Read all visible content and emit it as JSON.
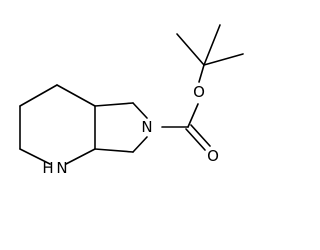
{
  "molecule": {
    "atoms": {
      "n_ring": "N",
      "n_amine": "N",
      "h_amine": "H",
      "o_carbonyl": "O",
      "o_ester": "O"
    }
  }
}
